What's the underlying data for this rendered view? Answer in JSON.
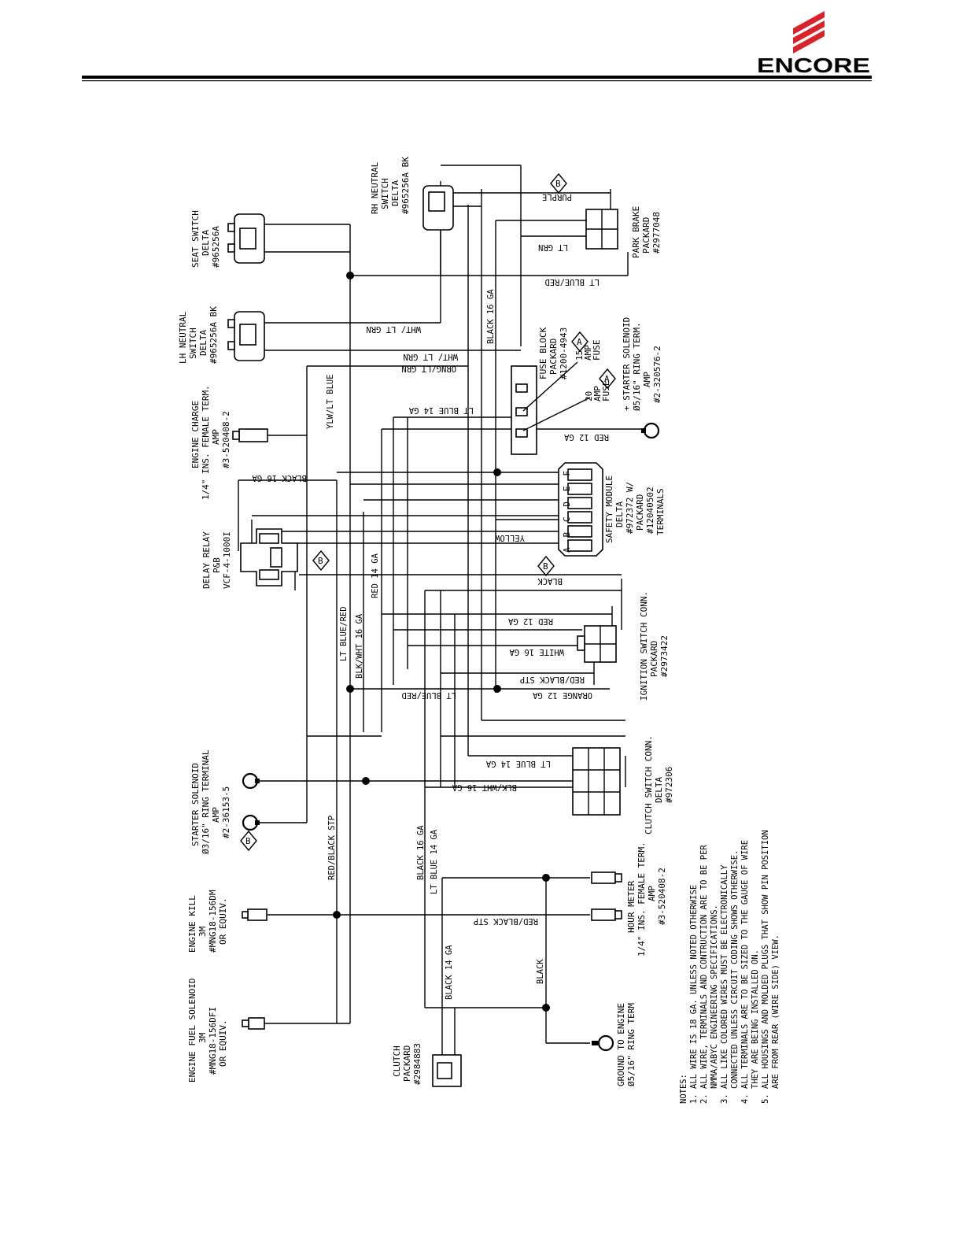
{
  "header": {
    "brand": "ENCORE",
    "brand_color": "#d8232a"
  },
  "components": {
    "seat_switch": [
      "SEAT SWITCH",
      "DELTA",
      "#965256A"
    ],
    "lh_neutral": [
      "LH NEUTRAL",
      "SWITCH",
      "DELTA",
      "#965256A BK"
    ],
    "rh_neutral": [
      "RH NEUTRAL",
      "SWITCH",
      "DELTA",
      "#965256A BK"
    ],
    "park_brake": [
      "PARK BRAKE",
      "PACKARD",
      "#2977048"
    ],
    "engine_charge": [
      "ENGINE CHARGE",
      "1/4\" INS. FEMALE TERM.",
      "AMP",
      "#3-520408-2"
    ],
    "fuse_block": [
      "FUSE BLOCK",
      "PACKARD",
      "#1200-4943"
    ],
    "fuse15": [
      "15",
      "AMP",
      "FUSE"
    ],
    "fuse20": [
      "20",
      "AMP",
      "FUSE"
    ],
    "starter_plus": [
      "+ STARTER SOLENOID",
      "Ø5/16\" RING TERM.",
      "AMP",
      "#2-320576-2"
    ],
    "safety_module": [
      "SAFETY MODULE",
      "DELTA",
      "#972372 W/",
      "PACKARD",
      "#12040502",
      "TERMINALS"
    ],
    "safety_pins": "A B C D E F",
    "delay_relay": [
      "DELAY RELAY",
      "P&B",
      "VCF-4-1000I"
    ],
    "ignition": [
      "IGNITION SWITCH CONN.",
      "PACKARD",
      "#2973422"
    ],
    "starter_minus": [
      "STARTER SOLENOID",
      "Ø3/16\" RING TERMINAL",
      "AMP",
      "#2-36153-5"
    ],
    "clutch_switch": [
      "CLUTCH SWITCH CONN.",
      "DELTA",
      "#972306"
    ],
    "engine_kill": [
      "ENGINE KILL",
      "3M",
      "#MNG18-156DM",
      "OR EQUIV."
    ],
    "fuel_solenoid": [
      "ENGINE FUEL SOLENOID",
      "3M",
      "#MNG18-156DFI",
      "OR EQUIV."
    ],
    "hour_meter": [
      "HOUR METER",
      "1/4\" INS. FEMALE TERM.",
      "AMP",
      "#3-520408-2"
    ],
    "clutch": [
      "CLUTCH",
      "PACKARD",
      "#2984883"
    ],
    "ground": [
      "GROUND TO ENGINE",
      "Ø5/16\" RING TERM"
    ],
    "marker": "B",
    "marker_a": "A"
  },
  "wires": {
    "purple": "PURPLE",
    "lt_grn": "LT GRN",
    "lt_blue_red": "LT BLUE/RED",
    "black16": "BLACK 16 GA",
    "wht_lt_grn1": "WHT/ LT GRN",
    "wht_lt_grn2": "WHT/ LT GRN",
    "orng_lt_grn": "ORNG/LT GRN",
    "ylw_lt_blue": "YLW/LT BLUE",
    "lt_blue14": "LT BLUE 14 GA",
    "red12": "RED 12 GA",
    "black16b": "BLACK 16 GA",
    "yellow": "YELLOW",
    "red14": "RED 14 GA",
    "black": "BLACK",
    "lt_blue_red2": "LT BLUE/RED",
    "blk_wht16": "BLK/WHT 16 GA",
    "red12b": "RED 12 GA",
    "white16": "WHITE 16 GA",
    "red_black_stp": "RED/BLACK STP",
    "orange12": "ORANGE 12 GA",
    "lt_blue_red3": "LT BLUE/RED",
    "lt_blue14b": "LT BLUE 14 GA",
    "blk_wht16b": "BLK/WHT 16 GA",
    "red_black_stp2": "RED/BLACK STP",
    "black16c": "BLACK 16 GA",
    "lt_blue14c": "LT BLUE 14 GA",
    "red_black_stp3": "RED/BLACK STP",
    "black14": "BLACK 14 GA",
    "black2": "BLACK"
  },
  "notes": [
    "NOTES:",
    "1. ALL WIRE IS 18 GA. UNLESS NOTED OTHERWISE",
    "2. ALL WIRE, TERMINALS AND CONTRUCTION ARE TO BE PER",
    "   NMMA/ABYC ENGINEERING SPECIFICATIONS.",
    "3. ALL LIKE COLORED WIRES MUST BE ELECTRONICALLY",
    "   CONNECTED UNLESS CIRCUIT CODING SHOWS OTHERWISE.",
    "4. ALL TERMINALS ARE TO BE SIZED TO THE GAUGE OF WIRE",
    "   THEY ARE BEING INSTALLED ON.",
    "5. ALL HOUSINGS AND MOLDED PLUGS THAT SHOW PIN POSITION",
    "   ARE FROM REAR (WIRE SIDE) VIEW."
  ]
}
